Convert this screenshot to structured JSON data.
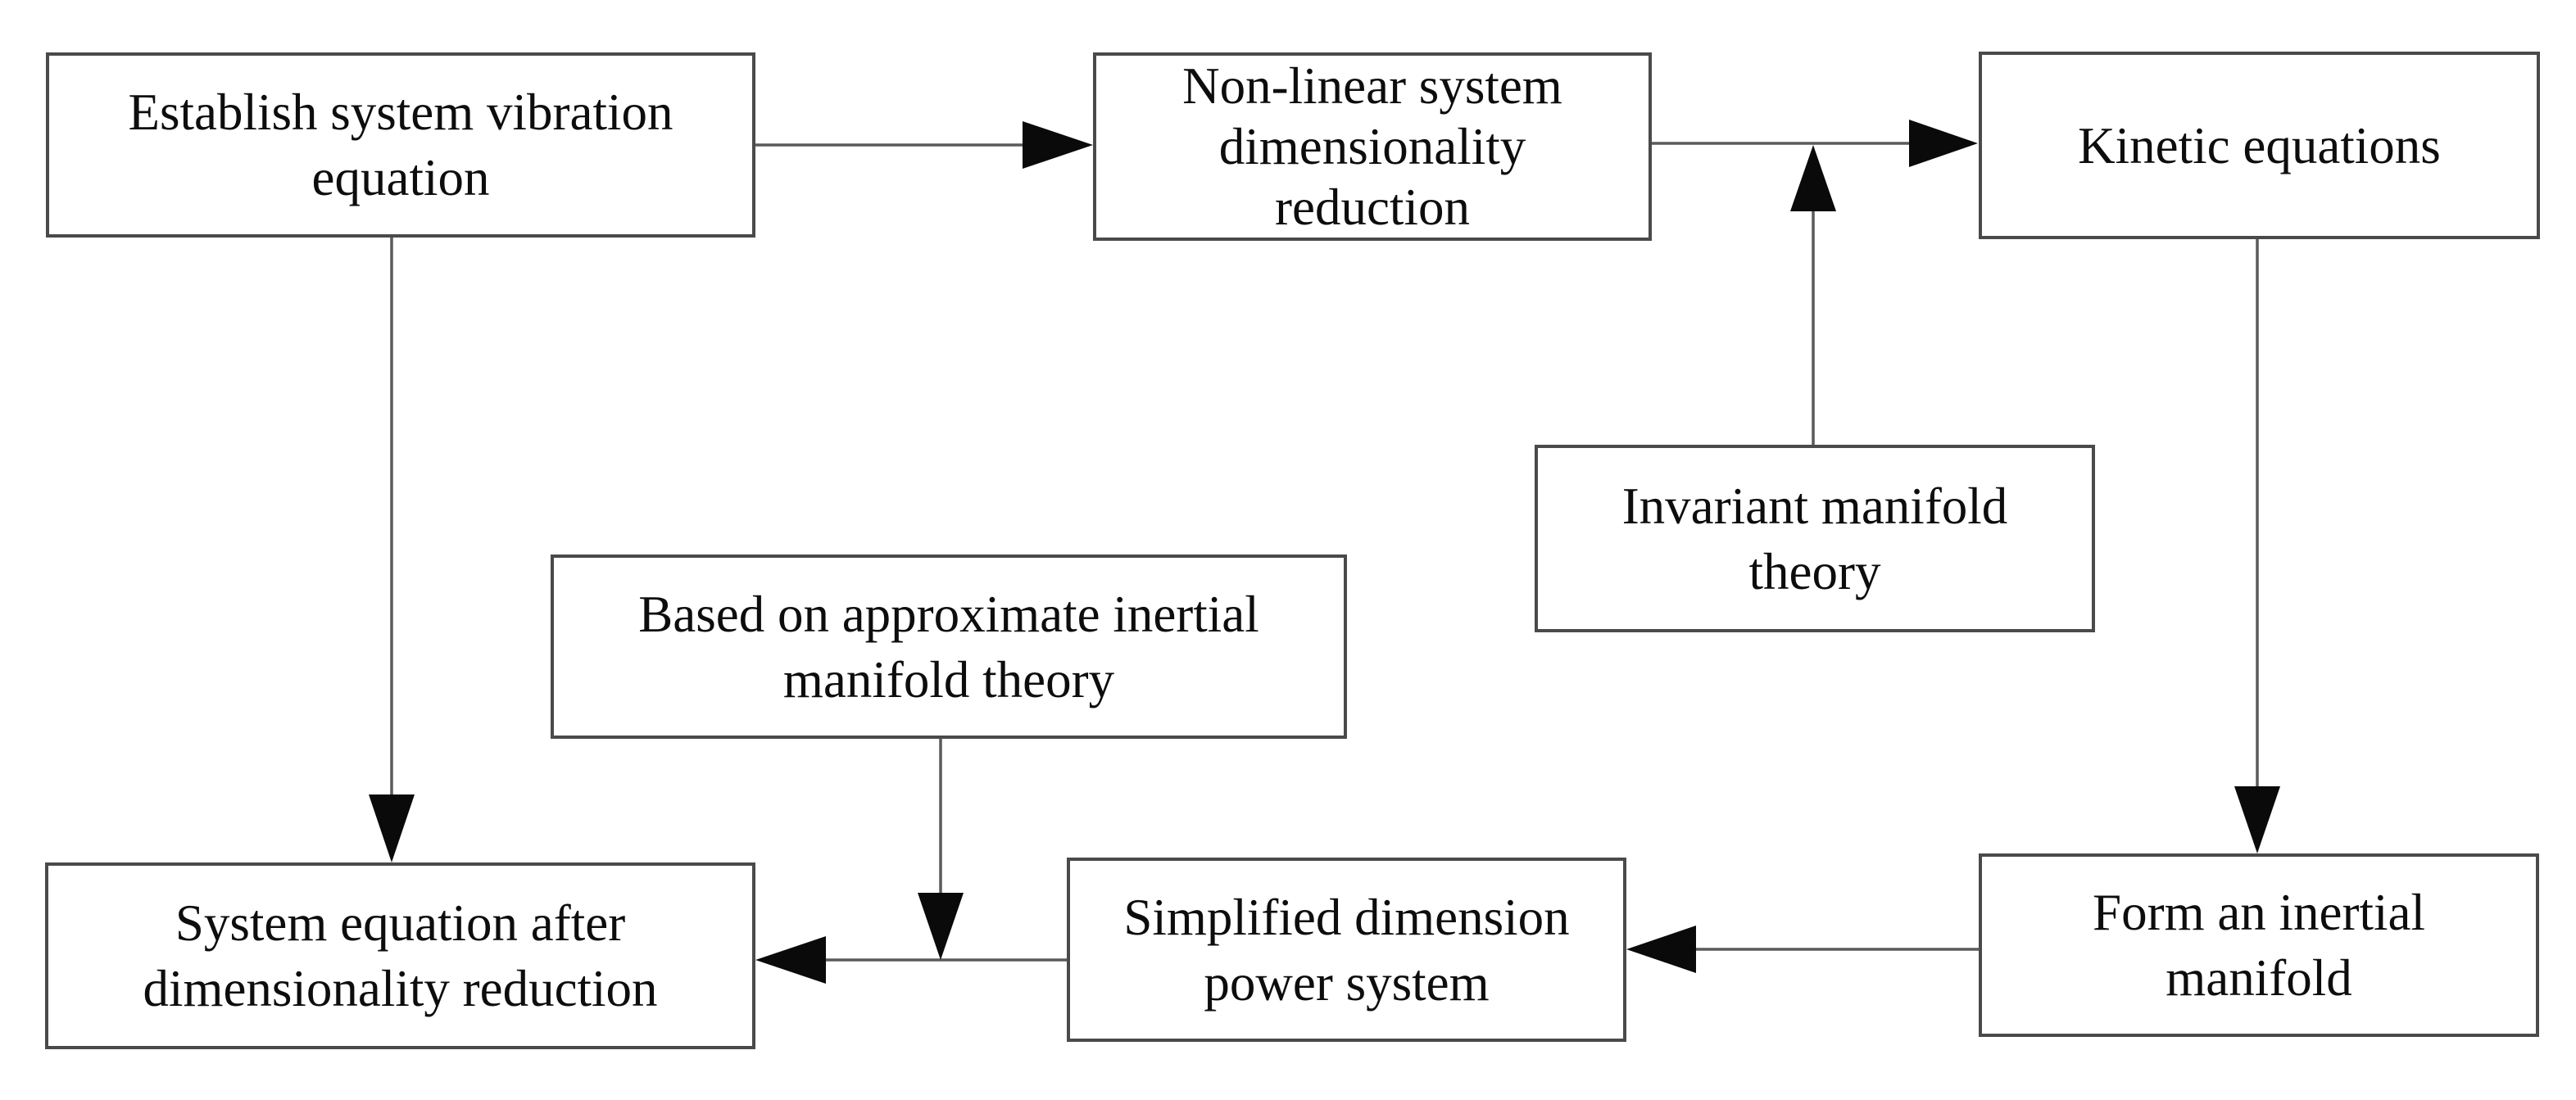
{
  "diagram": {
    "type": "flowchart",
    "background": "#ffffff",
    "colors": {
      "box_border": "#4a4a4a",
      "connector_line": "#5a5a5a",
      "arrowhead": "#0a0a0a",
      "text": "#0d0d0d"
    },
    "nodes": [
      {
        "id": "establish-system-vibration-equation",
        "label": "Establish system vibration equation",
        "lines": [
          "Establish system vibration",
          "equation"
        ]
      },
      {
        "id": "nonlinear-system-dimensionality-reduction",
        "label": "Non-linear system dimensionality reduction",
        "lines": [
          "Non-linear system",
          "dimensionality",
          "reduction"
        ]
      },
      {
        "id": "kinetic-equations",
        "label": "Kinetic equations",
        "lines": [
          "Kinetic equations"
        ]
      },
      {
        "id": "invariant-manifold-theory",
        "label": "Invariant manifold theory",
        "lines": [
          "Invariant manifold",
          "theory"
        ]
      },
      {
        "id": "based-on-approximate-inertial-manifold-theory",
        "label": "Based on approximate inertial manifold theory",
        "lines": [
          "Based on approximate inertial",
          "manifold theory"
        ]
      },
      {
        "id": "system-equation-after-dimensionality-reduction",
        "label": "System equation after dimensionality reduction",
        "lines": [
          "System equation after",
          "dimensionality reduction"
        ]
      },
      {
        "id": "simplified-dimension-power-system",
        "label": "Simplified dimension power system",
        "lines": [
          "Simplified dimension",
          "power system"
        ]
      },
      {
        "id": "form-an-inertial-manifold",
        "label": "Form an inertial manifold",
        "lines": [
          "Form an inertial",
          "manifold"
        ]
      }
    ],
    "edges": [
      {
        "id": "establish-to-nonlinear",
        "from": "Establish system vibration equation",
        "to": "Non-linear system dimensionality reduction",
        "direction": "right"
      },
      {
        "id": "nonlinear-to-kinetic",
        "from": "Non-linear system dimensionality reduction",
        "to": "Kinetic equations",
        "direction": "right"
      },
      {
        "id": "invariant-to-connector",
        "from": "Invariant manifold theory",
        "to": "connector between Non-linear system dimensionality reduction and Kinetic equations",
        "direction": "up"
      },
      {
        "id": "kinetic-to-form-inertial",
        "from": "Kinetic equations",
        "to": "Form an inertial manifold",
        "direction": "down"
      },
      {
        "id": "form-inertial-to-simplified",
        "from": "Form an inertial manifold",
        "to": "Simplified dimension power system",
        "direction": "left"
      },
      {
        "id": "simplified-to-system-equation",
        "from": "Simplified dimension power system",
        "to": "System equation after dimensionality reduction",
        "direction": "left"
      },
      {
        "id": "approx-inertial-to-connector",
        "from": "Based on approximate inertial manifold theory",
        "to": "connector between Simplified dimension power system and System equation after dimensionality reduction",
        "direction": "down"
      },
      {
        "id": "establish-to-system-equation",
        "from": "Establish system vibration equation",
        "to": "System equation after dimensionality reduction",
        "direction": "down"
      }
    ]
  }
}
